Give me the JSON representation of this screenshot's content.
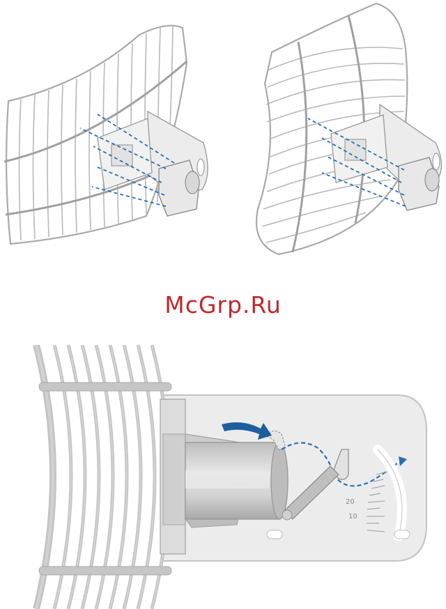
{
  "watermark": {
    "text": "McGrp.Ru"
  },
  "scale": {
    "ticks": [
      "20",
      "10"
    ]
  },
  "colors": {
    "arrow_blue": "#1f5e9e",
    "dash_blue": "#2a6fb3",
    "watermark_red": "#c0282d",
    "metal_grey": "#c8c8c8",
    "plate_grey": "#ececec"
  },
  "icons": {
    "insert_arrow": "dashed-arrow-icon",
    "rotate_arrow": "curved-arrow-icon"
  }
}
